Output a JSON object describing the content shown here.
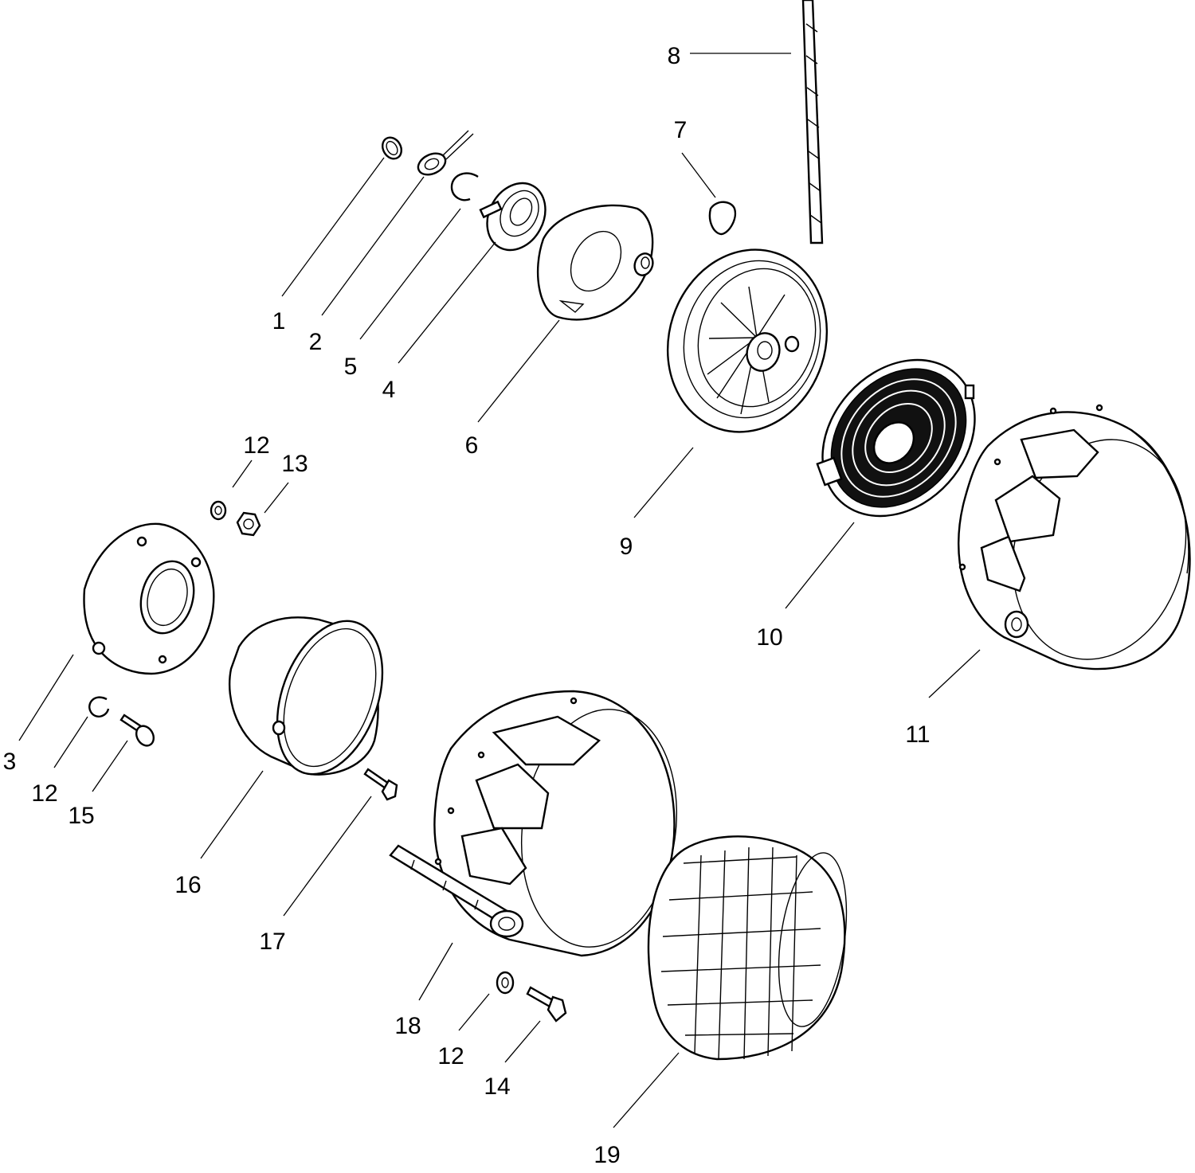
{
  "diagram": {
    "parts": [
      {
        "id": "1",
        "label": "1"
      },
      {
        "id": "2",
        "label": "2"
      },
      {
        "id": "3",
        "label": "3"
      },
      {
        "id": "4",
        "label": "4"
      },
      {
        "id": "5",
        "label": "5"
      },
      {
        "id": "6",
        "label": "6"
      },
      {
        "id": "7",
        "label": "7"
      },
      {
        "id": "8",
        "label": "8"
      },
      {
        "id": "9",
        "label": "9"
      },
      {
        "id": "10",
        "label": "10"
      },
      {
        "id": "11",
        "label": "11"
      },
      {
        "id": "12a",
        "label": "12"
      },
      {
        "id": "13",
        "label": "13"
      },
      {
        "id": "12b",
        "label": "12"
      },
      {
        "id": "15",
        "label": "15"
      },
      {
        "id": "16",
        "label": "16"
      },
      {
        "id": "17",
        "label": "17"
      },
      {
        "id": "18",
        "label": "18"
      },
      {
        "id": "12c",
        "label": "12"
      },
      {
        "id": "14",
        "label": "14"
      },
      {
        "id": "19",
        "label": "19"
      }
    ]
  }
}
